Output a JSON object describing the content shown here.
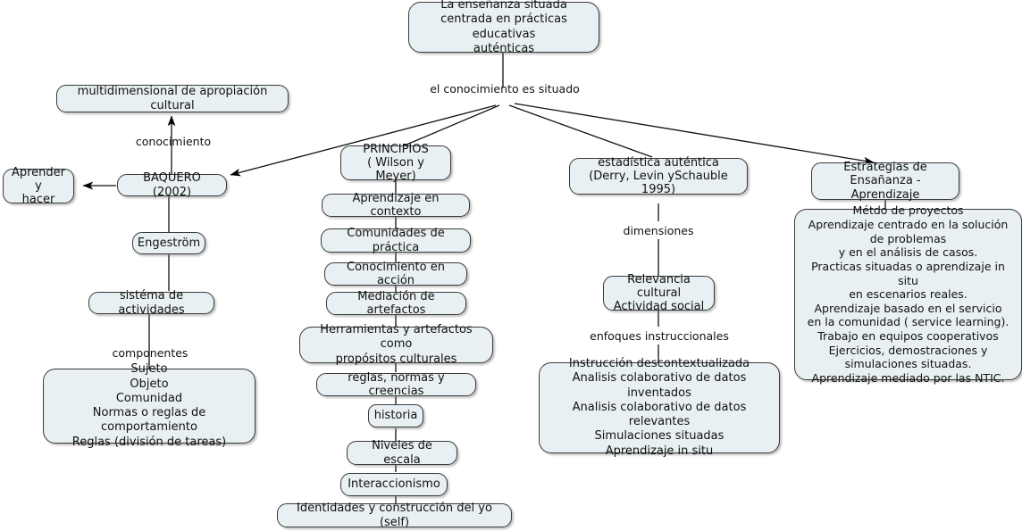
{
  "diagram": {
    "title": "La enseñanza situada centrada en prácticas educativas auténticas",
    "type": "concept-map",
    "language": "es",
    "colors": {
      "node_fill": "#e9f0f3",
      "node_border": "#3a3a3a",
      "text": "#111111",
      "background": "#ffffff",
      "edge": "#000000"
    }
  },
  "nodes": {
    "root": "La enseñanza situada\ncentrada en prácticas educativas\nauténticas",
    "multidimensional": "multidimensional de apropiación cultural",
    "aprender_hacer": "Aprender y\nhacer",
    "baquero": "BAQUERO (2002)",
    "engestrom": "Engeström",
    "sistema_actividades": "sistéma de actividades",
    "componentes_lista": "Sujeto\nObjeto\nComunidad\nNormas o reglas de comportamiento\nReglas (división de tareas)",
    "principios": "PRINCIPIOS\n( Wilson y Meyer)",
    "aprendizaje_contexto": "Aprendizaje en contexto",
    "comunidades_practica": "Comunidades de práctica",
    "conocimiento_accion": "Conocimiento en acción",
    "mediacion_artefactos": "Mediación de artefactos",
    "herramientas": "Herramientas y artefactos como\npropósitos culturales",
    "reglas_normas": "reglas, normas y creencias",
    "historia": "historia",
    "niveles_escala": "Niveles de escala",
    "interaccionismo": "Interaccionismo",
    "identidades": "Identidades y construcción del yo (self)",
    "estadistica": "estadística auténtica\n(Derry, Levin ySchauble 1995)",
    "relevancia": "Relevancia cultural\nActividad social",
    "enfoques_lista": "Instrucción descontextualizada\nAnalisis colaborativo de datos inventados\nAnalisis colaborativo de datos relevantes\nSimulaciones situadas\nAprendizaje in situ",
    "estrategias": "Estrategias de\nEnsañanza - Aprendizaje",
    "estrategias_lista": "Métdo de proyectos\nAprendizaje centrado en la solución\nde problemas\ny en el análisis de casos.\nPracticas situadas o aprendizaje in situ\nen escenarios reales.\nAprendizaje basado en el servicio\nen la comunidad ( service learning).\nTrabajo en equipos cooperativos\nEjercicios, demostraciones y\nsimulaciones situadas.\nAprendizaje mediado por las NTIC."
  },
  "edge_labels": {
    "conocimiento_situado": "el conocimiento es situado",
    "conocimiento": "conocimiento",
    "componentes": "componentes",
    "dimensiones": "dimensiones",
    "enfoques_instruccionales": "enfoques instruccionales"
  }
}
